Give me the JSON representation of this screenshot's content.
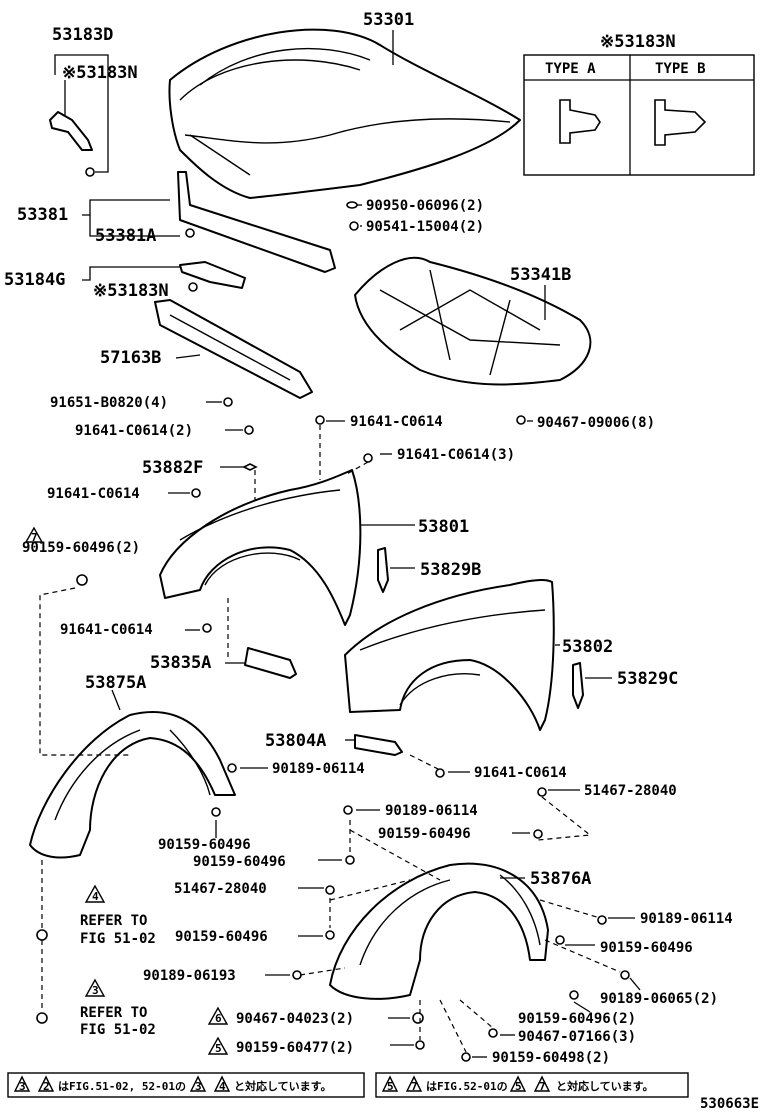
{
  "parts": {
    "p53183D": "53183D",
    "p53183N_a": "※53183N",
    "p53301": "53301",
    "p53183N_hdr": "※53183N",
    "type_a": "TYPE A",
    "type_b": "TYPE B",
    "p53381": "53381",
    "p53381A": "53381A",
    "p90950": "90950-06096(2)",
    "p90541": "90541-15004(2)",
    "p53184G": "53184G",
    "p53183N_b": "※53183N",
    "p53341B": "53341B",
    "p57163B": "57163B",
    "p91651": "91651-B0820(4)",
    "p91641_a": "91641-C0614",
    "p90467_09006": "90467-09006(8)",
    "p91641_b": "91641-C0614(2)",
    "p91641_c": "91641-C0614(3)",
    "p53882F": "53882F",
    "p91641_d": "91641-C0614",
    "p53801": "53801",
    "p7": "7",
    "p90159_60496_2": "90159-60496(2)",
    "p53829B": "53829B",
    "p91641_e": "91641-C0614",
    "p53802": "53802",
    "p53835A": "53835A",
    "p53875A": "53875A",
    "p53829C": "53829C",
    "p53804A": "53804A",
    "p90189_06114_a": "90189-06114",
    "p91641_f": "91641-C0614",
    "p51467_a": "51467-28040",
    "p90189_06114_b": "90189-06114",
    "p90159_60496_a": "90159-60496",
    "p90159_60496_b": "90159-60496",
    "p90159_60496_c": "90159-60496",
    "p51467_b": "51467-28040",
    "p53876A": "53876A",
    "p4": "4",
    "refer_to_a": "REFER TO",
    "fig_51_02_a": "FIG 51-02",
    "p90159_60496_d": "90159-60496",
    "p90189_06114_c": "90189-06114",
    "p90159_60496_e": "90159-60496",
    "p90189_06193": "90189-06193",
    "p3": "3",
    "refer_to_b": "REFER TO",
    "fig_51_02_b": "FIG 51-02",
    "p90189_06065": "90189-06065(2)",
    "p6": "6",
    "p90467_04023": "90467-04023(2)",
    "p90159_60496_f": "90159-60496(2)",
    "p90467_07166": "90467-07166(3)",
    "p5": "5",
    "p90159_60477": "90159-60477(2)",
    "p90159_60498": "90159-60498(2)"
  },
  "notes": {
    "n1_a": "3",
    "n1_b": "2",
    "n1_text": "はFIG.51-02, 52-01の",
    "n1_c": "3",
    "n1_d": "4",
    "n1_end": "と対応しています。",
    "n2_a": "5",
    "n2_b": "7",
    "n2_text": "はFIG.52-01の",
    "n2_c": "5",
    "n2_d": "7",
    "n2_end": "と対応しています。"
  },
  "footer": {
    "code": "530663E"
  }
}
